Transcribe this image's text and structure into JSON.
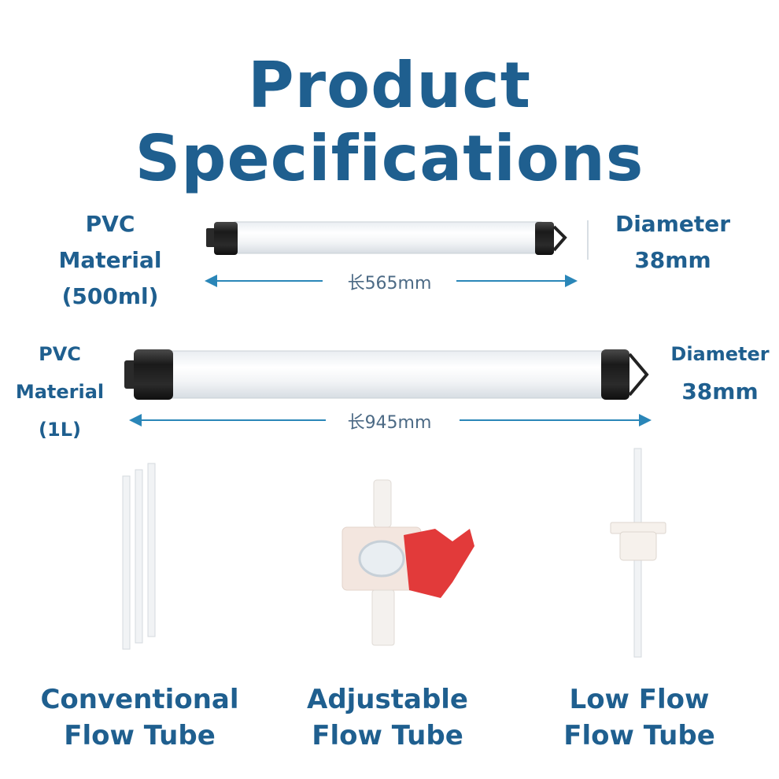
{
  "title": "Product Specifications",
  "tube_500": {
    "material_line1": "PVC Material",
    "material_line2": "(500ml)",
    "diameter_line1": "Diameter",
    "diameter_line2": "38mm",
    "length": "长565mm"
  },
  "tube_1l": {
    "material_line1": "PVC Material",
    "material_line2": "(1L)",
    "diameter_line1": "Diameter",
    "diameter_line2": "38mm",
    "length": "长945mm"
  },
  "products": [
    {
      "line1": "Conventional",
      "line2": "Flow Tube",
      "icon": "conventional-flow-tube-icon"
    },
    {
      "line1": "Adjustable",
      "line2": "Flow Tube",
      "icon": "adjustable-flow-tube-icon"
    },
    {
      "line1": "Low Flow",
      "line2": "Flow Tube",
      "icon": "low-flow-tube-icon"
    }
  ],
  "colors": {
    "heading_blue": "#1f5f8f",
    "arrow_blue": "#2a86b8",
    "valve_red": "#e23a3a",
    "cap_black": "#1e1e1e"
  }
}
